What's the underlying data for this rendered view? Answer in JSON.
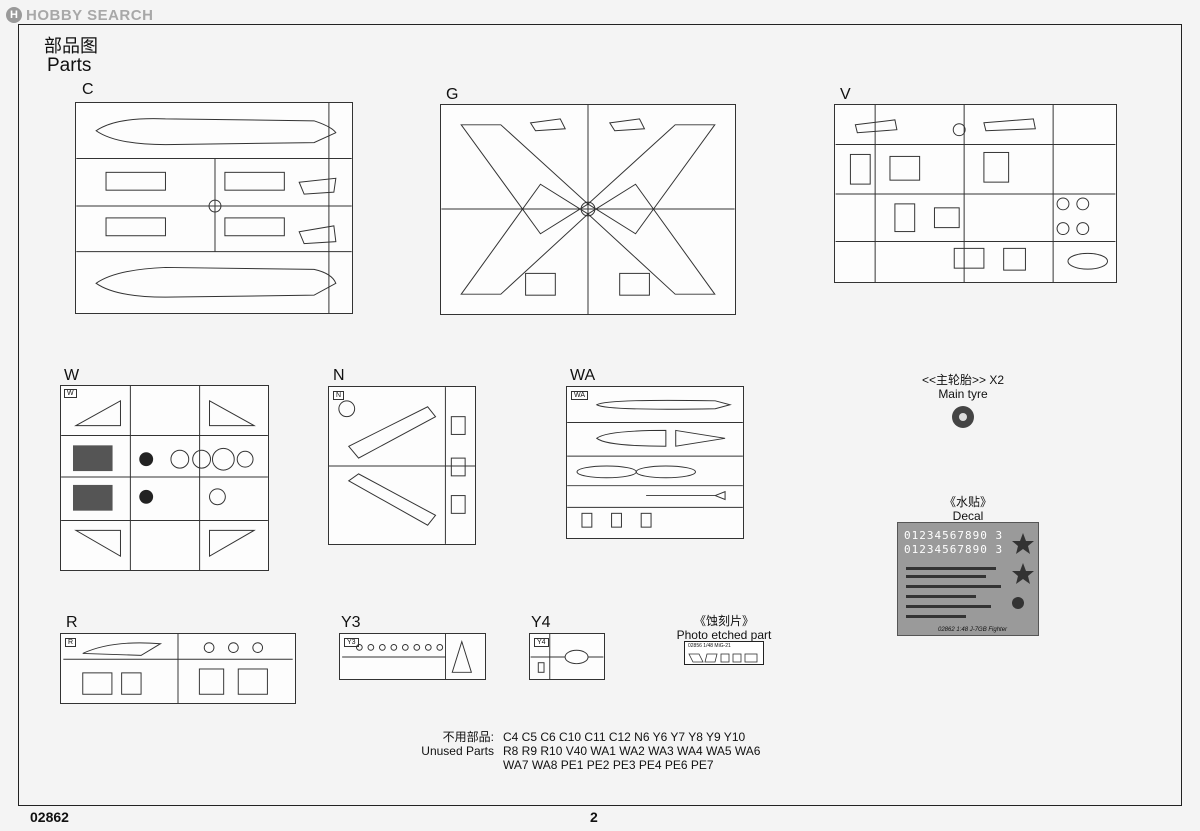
{
  "watermark": {
    "logo": "H",
    "text": "HOBBY SEARCH"
  },
  "title": {
    "cn": "部品图",
    "en": "Parts"
  },
  "sprues": [
    {
      "id": "C",
      "label": "C"
    },
    {
      "id": "G",
      "label": "G"
    },
    {
      "id": "V",
      "label": "V"
    },
    {
      "id": "W",
      "label": "W",
      "tag": "W"
    },
    {
      "id": "N",
      "label": "N",
      "tag": "N"
    },
    {
      "id": "WA",
      "label": "WA",
      "tag": "WA"
    },
    {
      "id": "R",
      "label": "R",
      "tag": "R"
    },
    {
      "id": "Y3",
      "label": "Y3",
      "tag": "Y3"
    },
    {
      "id": "Y4",
      "label": "Y4",
      "tag": "Y4"
    }
  ],
  "main_tyre": {
    "cn": "<<主轮胎>> X2",
    "en": "Main tyre"
  },
  "decal": {
    "cn": "《水贴》",
    "en": "Decal",
    "row1": "01234567890 3",
    "row2": "01234567890 3",
    "footer": "02862  1:48  J-7GB Fighter"
  },
  "photo_etched": {
    "cn": "《蚀刻片》",
    "en": "Photo etched part",
    "plate_text": "02856  1/48  MiG-21"
  },
  "unused": {
    "cn_label": "不用部品:",
    "en_label": "Unused Parts",
    "line1": "C4 C5 C6 C10 C11 C12 N6 Y6 Y7 Y8 Y9 Y10",
    "line2": "R8 R9 R10 V40 WA1 WA2 WA3 WA4 WA5 WA6",
    "line3": "WA7 WA8 PE1 PE2 PE3 PE4 PE6 PE7"
  },
  "footer": {
    "code": "02862",
    "page": "2"
  }
}
